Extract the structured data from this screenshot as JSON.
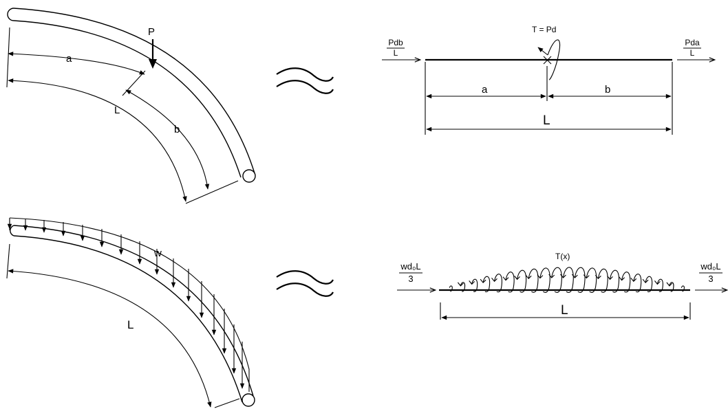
{
  "top_left": {
    "load_label": "P",
    "dim_a": "a",
    "dim_b": "b",
    "dim_L": "L"
  },
  "top_right": {
    "moment_label": "T = Pd",
    "left_force_num": "Pdb",
    "left_force_den": "L",
    "right_force_num": "Pda",
    "right_force_den": "L",
    "dim_a": "a",
    "dim_b": "b",
    "dim_L": "L"
  },
  "bottom_left": {
    "load_label": "w",
    "dim_L": "L"
  },
  "bottom_right": {
    "moment_label": "T(x)",
    "left_force_num": "wd₀L",
    "left_force_den": "3",
    "right_force_num": "wd₀L",
    "right_force_den": "3",
    "dim_L": "L"
  },
  "equivalence_symbol": "≈"
}
